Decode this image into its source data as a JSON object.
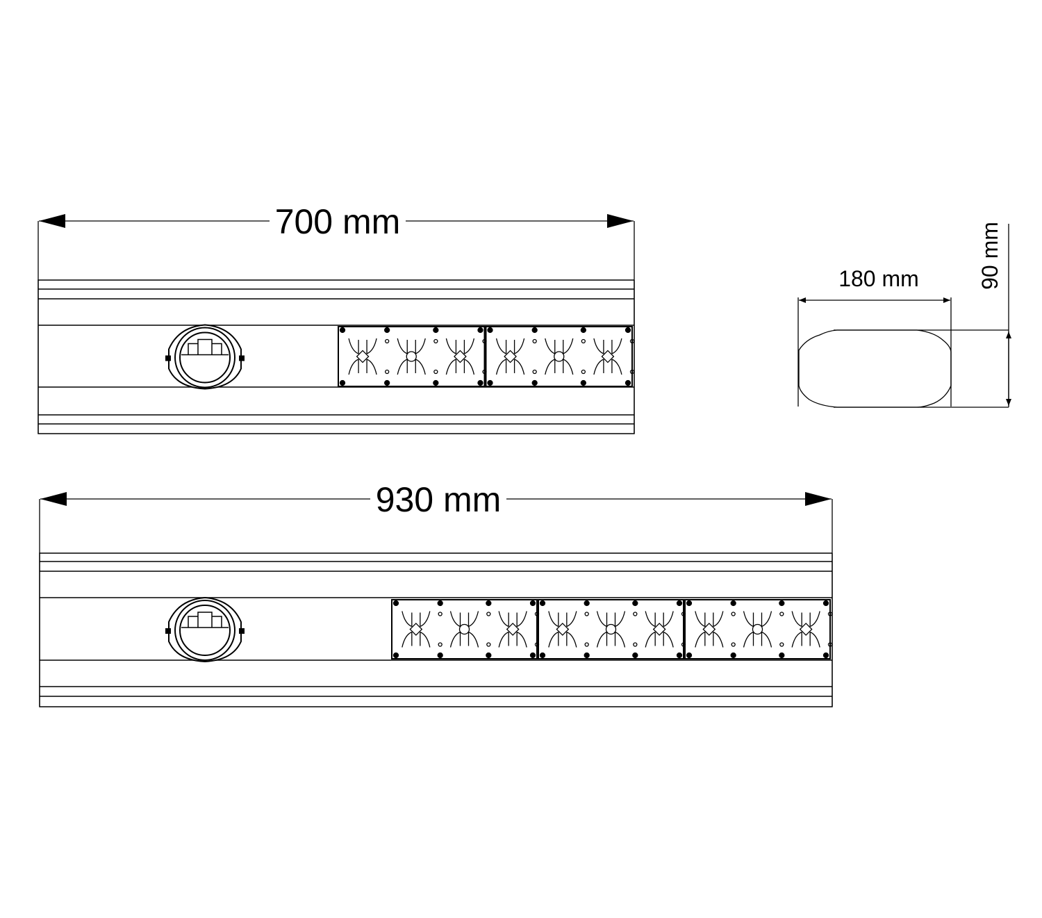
{
  "drawings": {
    "short_luminaire": {
      "length_label": "700 mm",
      "led_modules": 2
    },
    "long_luminaire": {
      "length_label": "930 mm",
      "led_modules": 3
    },
    "cross_section": {
      "width_label": "180 mm",
      "height_label": "90 mm"
    }
  },
  "colors": {
    "line": "#000000",
    "background": "#ffffff"
  }
}
